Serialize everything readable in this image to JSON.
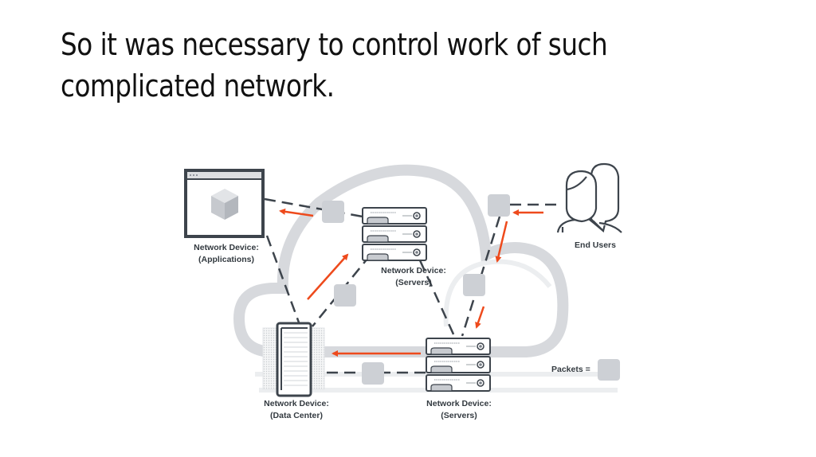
{
  "slide": {
    "title": "So it was necessary to control work of such complicated network."
  },
  "diagram": {
    "nodes": [
      {
        "id": "applications",
        "icon": "app-window-icon",
        "label_line1": "Network Device:",
        "label_line2": "(Applications)"
      },
      {
        "id": "servers-top",
        "icon": "server-stack-icon",
        "label_line1": "Network Device:",
        "label_line2": "(Servers)"
      },
      {
        "id": "end-users",
        "icon": "users-icon",
        "label_line1": "End Users"
      },
      {
        "id": "data-center",
        "icon": "data-center-rack-icon",
        "label_line1": "Network Device:",
        "label_line2": "(Data Center)"
      },
      {
        "id": "servers-bottom",
        "icon": "server-stack-icon",
        "label_line1": "Network Device:",
        "label_line2": "(Servers)"
      }
    ],
    "legend": {
      "label": "Packets =",
      "icon": "packet-square-icon"
    },
    "colors": {
      "arrow": "#ee4a1c",
      "cloud": "#d7d9dd",
      "line": "#3d444c",
      "packet": "#cdd0d5"
    }
  }
}
